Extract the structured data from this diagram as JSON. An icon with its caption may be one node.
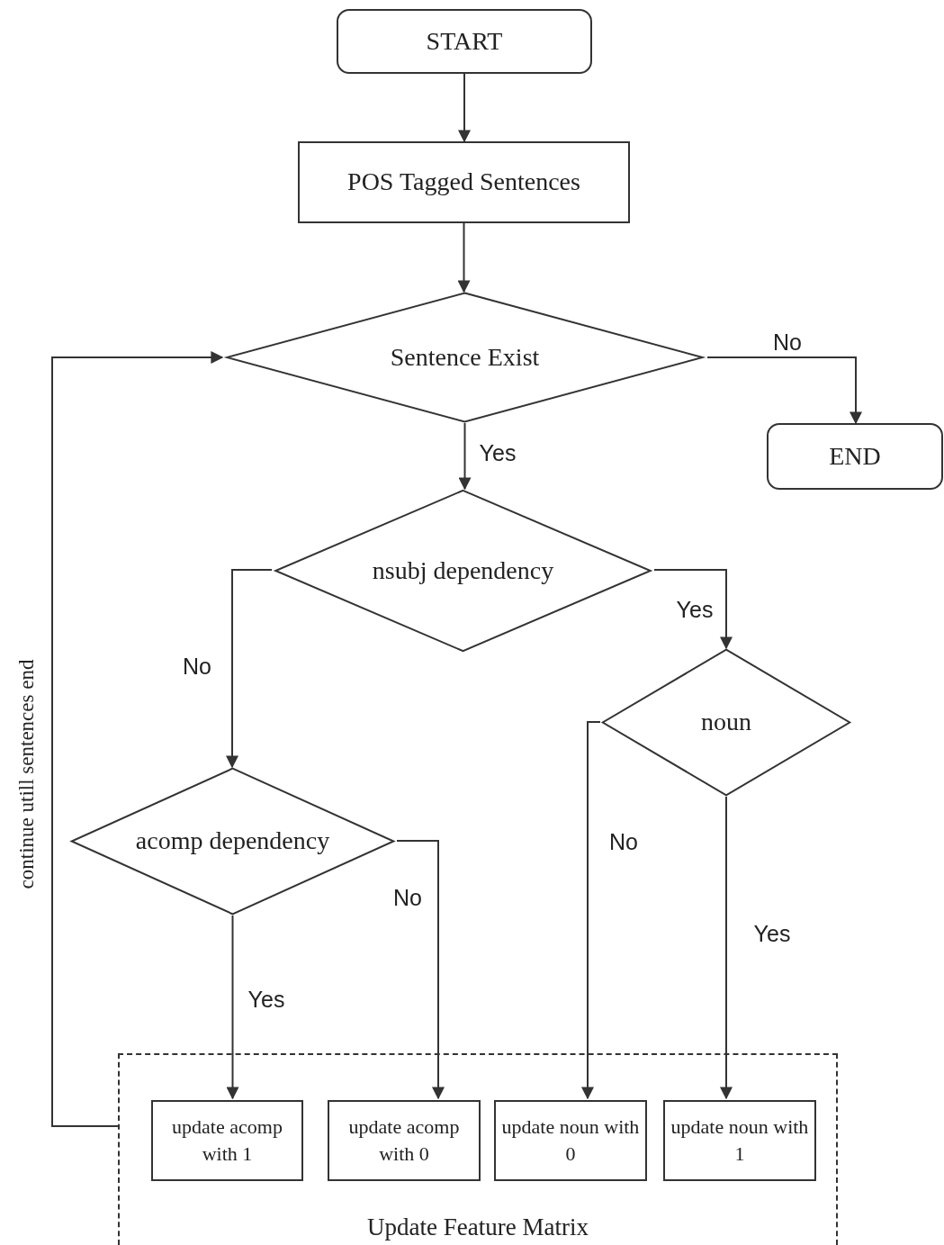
{
  "diagram": {
    "nodes": [
      {
        "text": [
          "START"
        ]
      },
      {
        "text": [
          "POS Tagged Sentences"
        ]
      },
      {
        "text": [
          "Sentence Exist"
        ]
      },
      {
        "text": [
          "END"
        ]
      },
      {
        "text": [
          "nsubj dependency"
        ]
      },
      {
        "text": [
          "noun"
        ]
      },
      {
        "text": [
          "acomp dependency"
        ]
      },
      {
        "text": [
          "Update Feature Matrix"
        ]
      },
      {
        "text": [
          "update acomp with 1"
        ],
        "in": 7
      },
      {
        "text": [
          "update acomp with 0"
        ],
        "in": 7
      },
      {
        "text": [
          "update noun with 0"
        ],
        "in": 7
      },
      {
        "text": [
          "update noun with 1"
        ],
        "in": 7
      }
    ],
    "edges": [
      {
        "from": 0,
        "to": 1,
        "arrow": "to"
      },
      {
        "from": 1,
        "to": 2,
        "arrow": "to"
      },
      {
        "from": 2,
        "to": 3,
        "label": "No",
        "arrow": "to"
      },
      {
        "from": 2,
        "to": 4,
        "label": "Yes",
        "arrow": "to"
      },
      {
        "from": 4,
        "to": 5,
        "label": "Yes",
        "arrow": "to"
      },
      {
        "from": 4,
        "to": 6,
        "label": "No",
        "arrow": "to"
      },
      {
        "from": 6,
        "to": 8,
        "label": "Yes",
        "arrow": "to"
      },
      {
        "from": 6,
        "to": 9,
        "label": "No",
        "arrow": "to"
      },
      {
        "from": 5,
        "to": 10,
        "label": "No",
        "arrow": "to"
      },
      {
        "from": 5,
        "to": 11,
        "label": "Yes",
        "arrow": "to"
      },
      {
        "from": 7,
        "to": 2,
        "label": "continue utill sentences end",
        "arrow": "to"
      }
    ]
  }
}
